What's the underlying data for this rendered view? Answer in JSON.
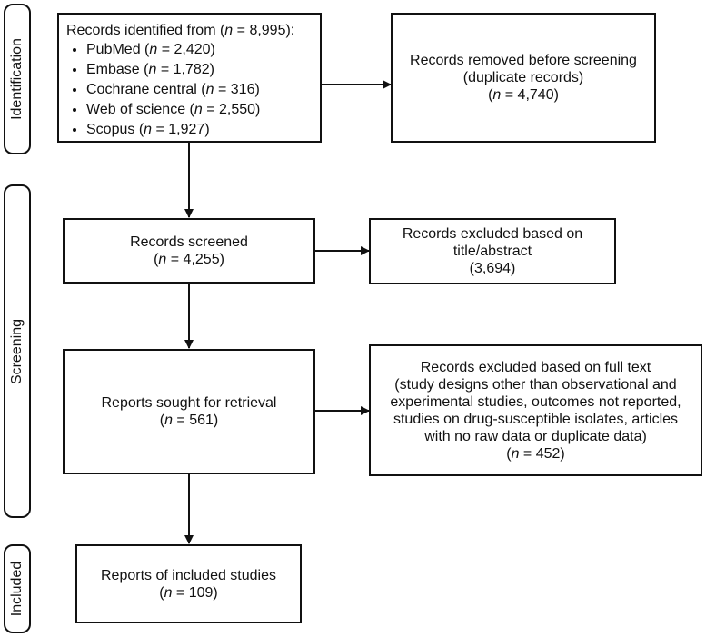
{
  "stages": {
    "identification": "Identification",
    "screening": "Screening",
    "included": "Included"
  },
  "identified": {
    "title_prefix": "Records identified from (",
    "n_label": "n",
    "title_value": " = 8,995):",
    "sources": [
      {
        "name": "PubMed (",
        "n": "n",
        "value": " = 2,420)"
      },
      {
        "name": "Embase (",
        "n": "n",
        "value": " = 1,782)"
      },
      {
        "name": "Cochrane central (",
        "n": "n",
        "value": " = 316)"
      },
      {
        "name": "Web of science (",
        "n": "n",
        "value": " = 2,550)"
      },
      {
        "name": "Scopus (",
        "n": "n",
        "value": " = 1,927)"
      }
    ]
  },
  "removed": {
    "line1": "Records removed before screening",
    "line2": "(duplicate records)",
    "n_label": "n",
    "value": " = 4,740"
  },
  "screened": {
    "line1": "Records screened",
    "n_label": "n",
    "value": " = 4,255)"
  },
  "excluded_title": {
    "line1": "Records excluded based on",
    "line2": "title/abstract",
    "value": "(3,694)"
  },
  "sought": {
    "line1": "Reports sought for retrieval",
    "n_label": "n",
    "value": " = 561)"
  },
  "excluded_full": {
    "line1": "Records excluded based on full text",
    "line2": "(study designs other than observational and",
    "line3": "experimental studies, outcomes not reported,",
    "line4": "studies on drug-susceptible isolates, articles",
    "line5": "with no raw data or duplicate data)",
    "n_label": "n",
    "value": " = 452)"
  },
  "included": {
    "line1": "Reports of included studies",
    "n_label": "n",
    "value": " = 109)"
  }
}
